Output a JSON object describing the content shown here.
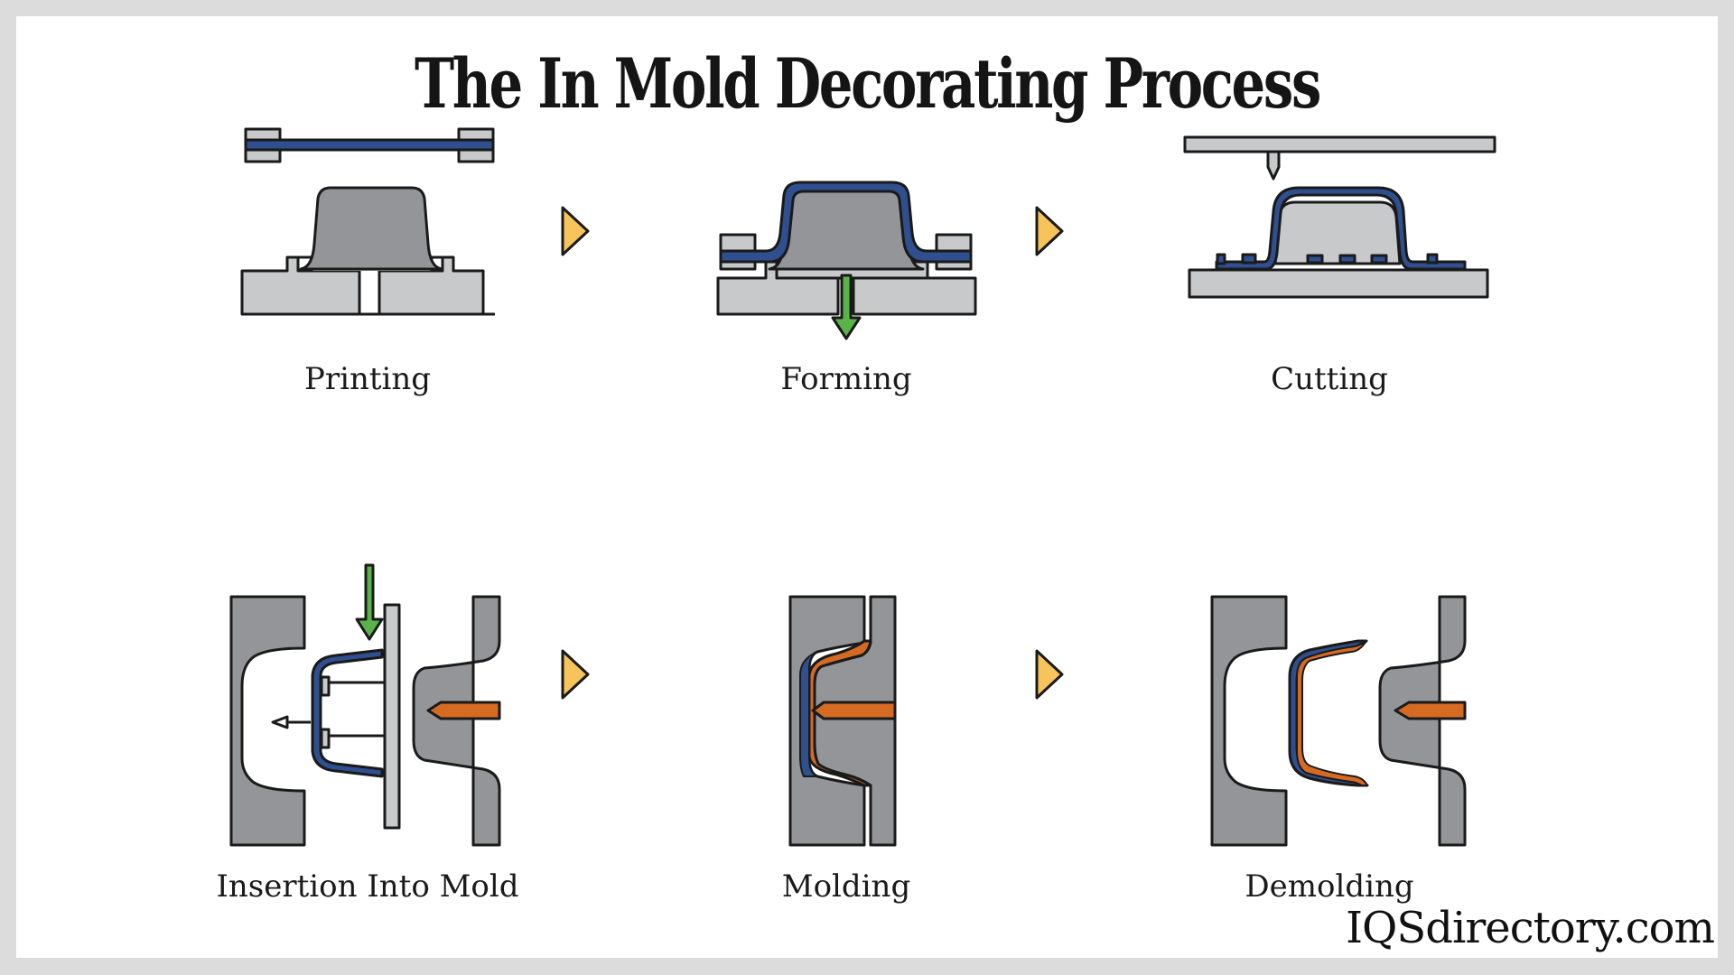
{
  "title": "The In Mold Decorating Process",
  "steps": [
    {
      "label": "Printing"
    },
    {
      "label": "Forming"
    },
    {
      "label": "Cutting"
    },
    {
      "label": "Insertion Into Mold"
    },
    {
      "label": "Molding"
    },
    {
      "label": "Demolding"
    }
  ],
  "brand": "IQSdirectory.com",
  "colors": {
    "mold_gray": "#939598",
    "light_gray": "#c8c9cb",
    "film_blue": "#2f4f8f",
    "resin_orange": "#d56a22",
    "arrow_green": "#5ab34a",
    "chevron_yellow": "#f6c45a",
    "outline": "#1a1a1a"
  }
}
